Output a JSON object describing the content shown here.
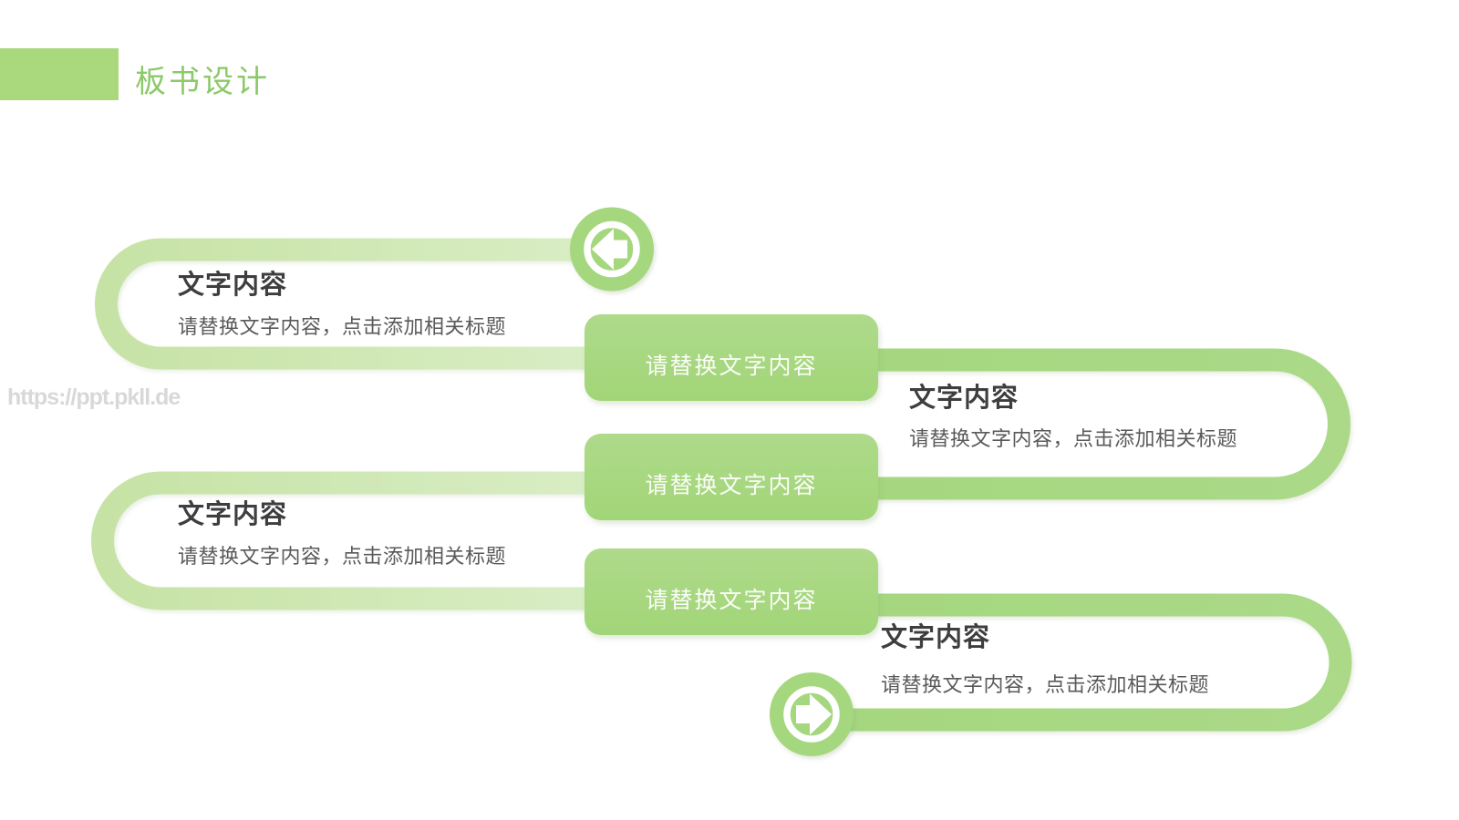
{
  "slide": {
    "header": {
      "title": "板书设计"
    },
    "watermark": "https://ppt.pkll.de",
    "pills": [
      {
        "label": "请替换文字内容"
      },
      {
        "label": "请替换文字内容"
      },
      {
        "label": "请替换文字内容"
      }
    ],
    "groups": [
      {
        "heading": "文字内容",
        "desc": "请替换文字内容，点击添加相关标题"
      },
      {
        "heading": "文字内容",
        "desc": "请替换文字内容，点击添加相关标题"
      },
      {
        "heading": "文字内容",
        "desc": "请替换文字内容，点击添加相关标题"
      },
      {
        "heading": "文字内容",
        "desc": "请替换文字内容，点击添加相关标题"
      }
    ],
    "icons": {
      "left_badge": "arrow-left-icon",
      "right_badge": "arrow-right-icon"
    },
    "colors": {
      "solid_green": "#a5d77f",
      "light_green_start": "#c6e2a4",
      "light_green_end": "#daeec6",
      "title_text": "#8cc969",
      "heading_text": "#3e3e3e",
      "body_text": "#5a5a5a",
      "watermark": "#d8d8d8",
      "pill_label": "#ffffff"
    }
  }
}
